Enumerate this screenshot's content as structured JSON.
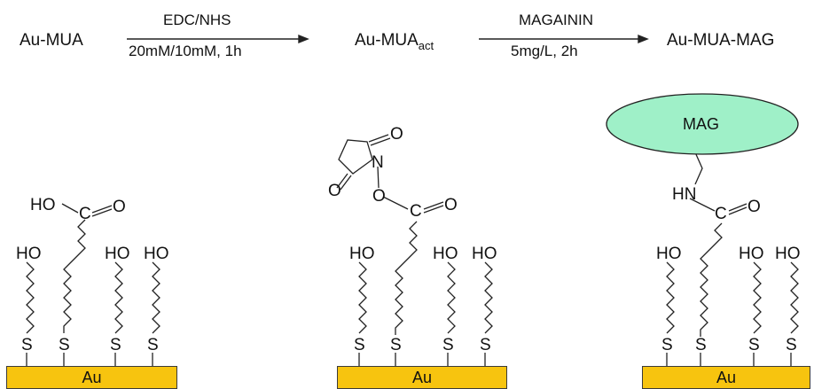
{
  "scheme": {
    "start": "Au-MUA",
    "step1_top": "EDC/NHS",
    "step1_bottom": "20mM/10mM, 1h",
    "intermediate_main": "Au-MUA",
    "intermediate_sub": "act",
    "step2_top": "MAGAININ",
    "step2_bottom": "5mg/L, 2h",
    "product": "Au-MUA-MAG"
  },
  "surface_label": "Au",
  "atoms": {
    "hydroxyl": "HO",
    "oxygen": "O",
    "sulfur": "S",
    "nitrogen": "N",
    "amine": "HN",
    "carbon": "C"
  },
  "peptide_label": "MAG",
  "colors": {
    "gold": "#f7c40f",
    "peptide": "#9ff0c8",
    "line": "#222222"
  }
}
